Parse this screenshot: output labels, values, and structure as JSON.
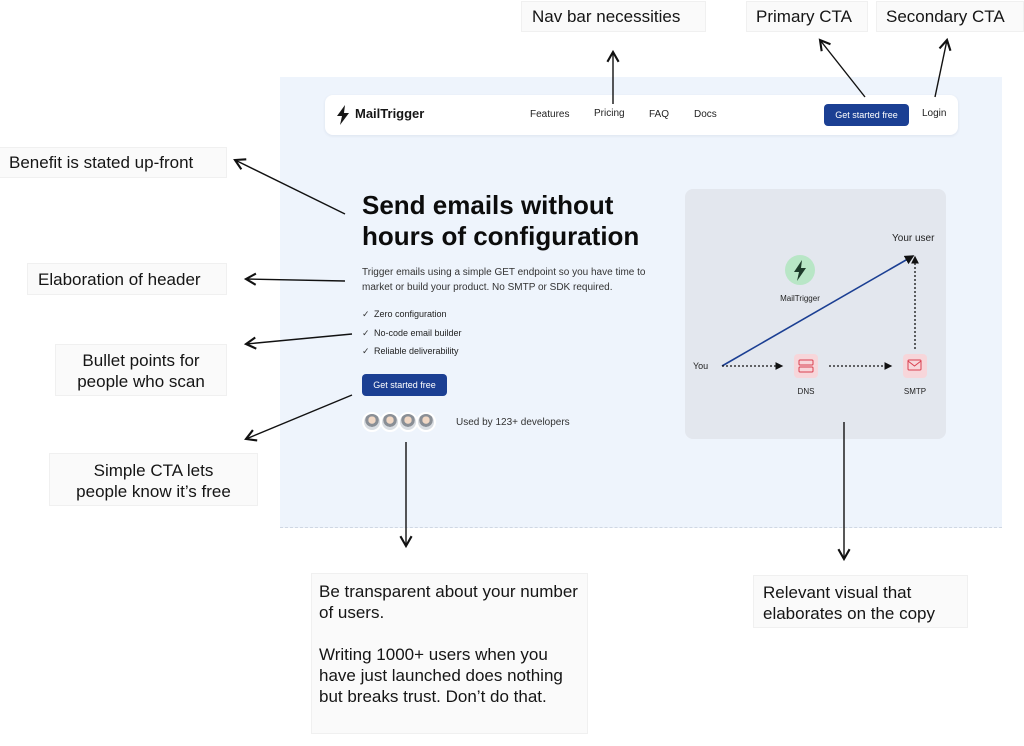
{
  "brand": {
    "name": "MailTrigger",
    "accent": "#1b3f93"
  },
  "nav": {
    "links": [
      "Features",
      "Pricing",
      "FAQ",
      "Docs"
    ],
    "primary_cta": "Get started free",
    "secondary_cta": "Login"
  },
  "hero": {
    "title_line1": "Send emails without",
    "title_line2": "hours of configuration",
    "subtitle": "Trigger emails using a simple  GET endpoint so you have time to market or build your product. No SMTP or SDK required.",
    "bullets": [
      "Zero configuration",
      "No-code email builder",
      "Reliable deliverability"
    ],
    "cta": "Get started free",
    "social_proof": "Used by 123+ developers"
  },
  "visual": {
    "labels": {
      "app": "MailTrigger",
      "you": "You",
      "dns": "DNS",
      "smtp": "SMTP",
      "user": "Your user"
    },
    "icons": [
      "lightning-bolt-icon",
      "server-icon",
      "mail-send-icon"
    ]
  },
  "annotations": {
    "nav": "Nav bar necessities",
    "primary": "Primary CTA",
    "secondary": "Secondary CTA",
    "benefit": "Benefit is stated up-front",
    "elaboration": "Elaboration of header",
    "bullets_line1": "Bullet points for",
    "bullets_line2": "people who scan",
    "cta_line1": "Simple CTA lets",
    "cta_line2": "people know it’s free",
    "users_para1": "Be transparent about your number of users.",
    "users_para2": "Writing 1000+ users when you have just launched does nothing but breaks trust. Don’t do that.",
    "visual_line1": "Relevant visual that",
    "visual_line2": "elaborates on the copy"
  }
}
